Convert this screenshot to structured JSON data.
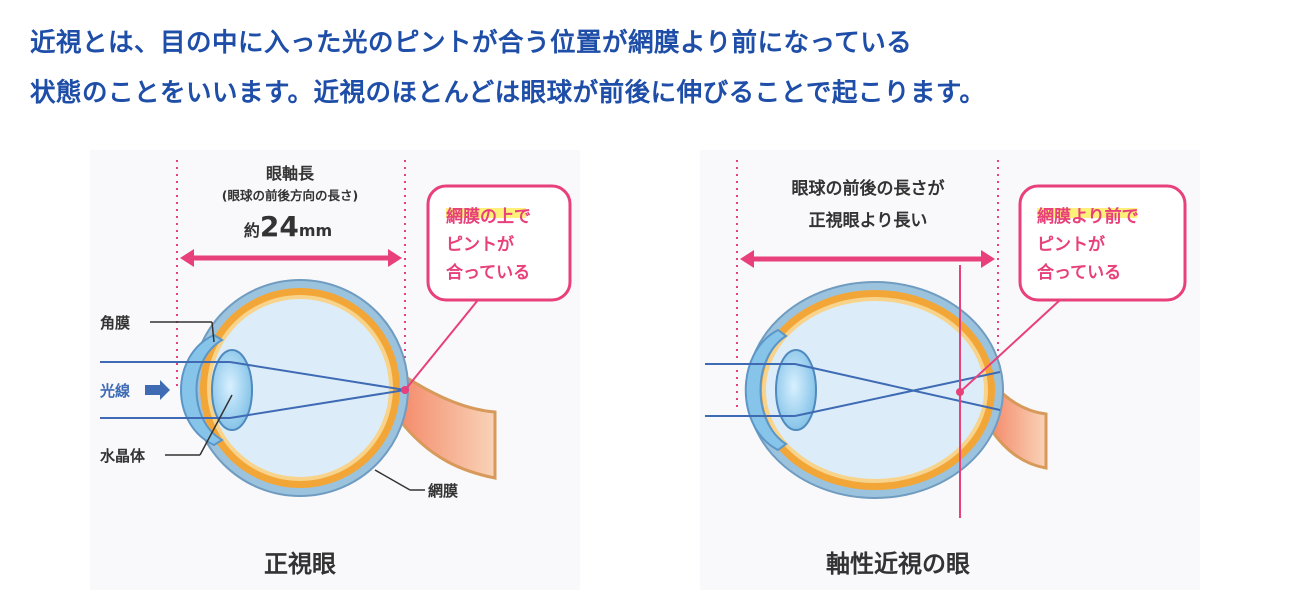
{
  "heading": {
    "line1": "近視とは、目の中に入った光のピントが合う位置が網膜より前になっている",
    "line2": "状態のことをいいます。近視のほとんどは眼球が前後に伸びることで起こります。"
  },
  "normal_eye": {
    "axial_length_label": "眼軸長",
    "axial_length_sub": "(眼球の前後方向の長さ)",
    "approx_prefix": "約",
    "approx_value": "24",
    "approx_unit": "mm",
    "cornea_label": "角膜",
    "light_label": "光線",
    "lens_label": "水晶体",
    "retina_label": "網膜",
    "callout_line1_highlight": "網膜の上",
    "callout_line1_rest": "で",
    "callout_line2": "ピントが",
    "callout_line3": "合っている",
    "caption": "正視眼"
  },
  "myopic_eye": {
    "length_line1": "眼球の前後の長さが",
    "length_line2": "正視眼より長い",
    "callout_line1_highlight": "網膜より前",
    "callout_line1_rest": "で",
    "callout_line2": "ピントが",
    "callout_line3": "合っている",
    "caption": "軸性近視の眼"
  },
  "colors": {
    "heading": "#1e4ea8",
    "accent_pink": "#e8407a",
    "highlight_yellow": "#fff07a",
    "sclera_outer": "#9cc3de",
    "choroid_orange": "#f2a637",
    "vitreous_blue": "#dcedf9",
    "light_ray": "#3f6bb5",
    "label_text": "#333333"
  }
}
